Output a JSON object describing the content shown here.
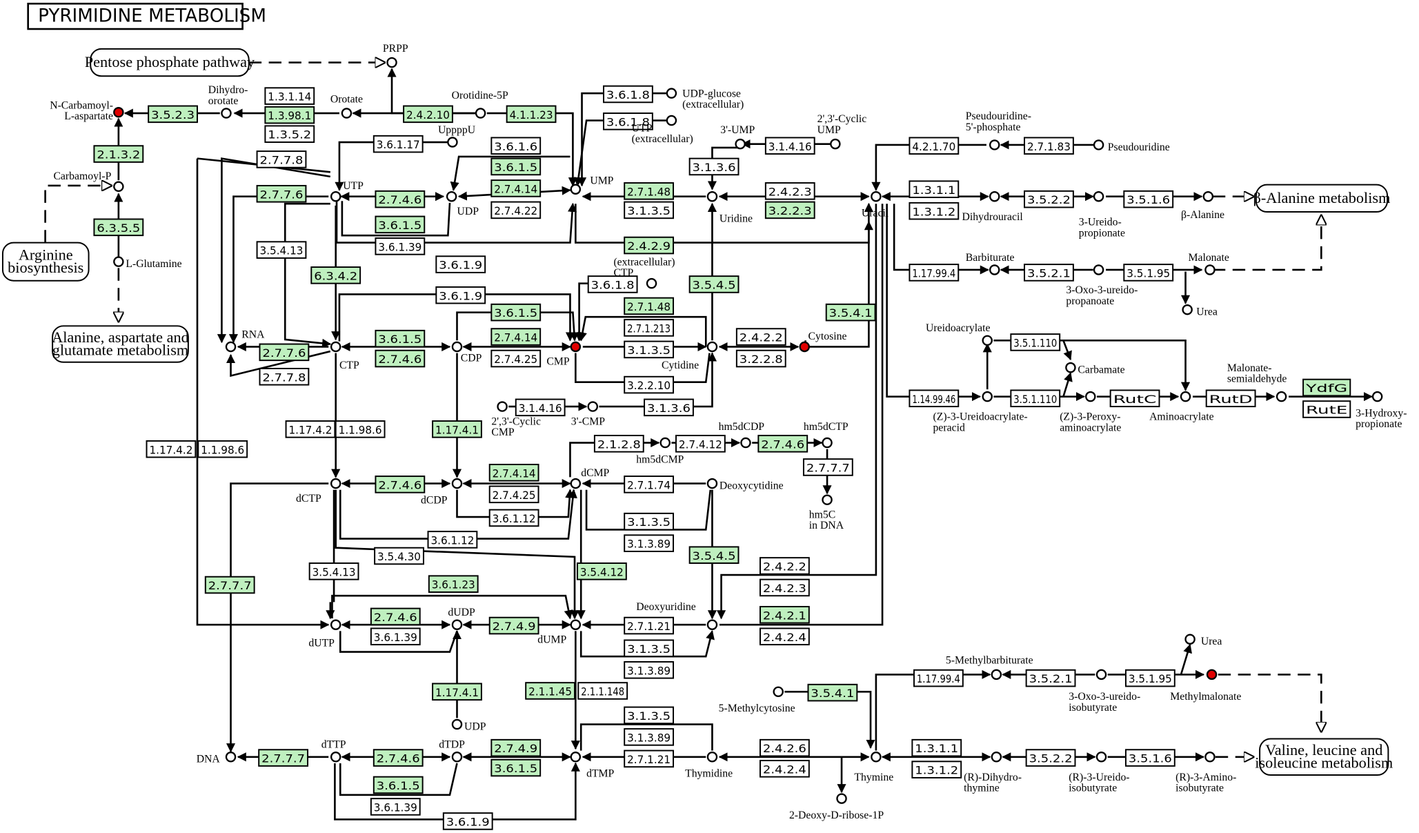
{
  "title": "PYRIMIDINE METABOLISM",
  "maps": [
    {
      "id": "m_ppp",
      "label": [
        "Pentose phosphate pathway"
      ]
    },
    {
      "id": "m_arg",
      "label": [
        "Arginine",
        "biosynthesis"
      ]
    },
    {
      "id": "m_ala",
      "label": [
        "Alanine, aspartate and",
        "glutamate metabolism"
      ]
    },
    {
      "id": "m_bala",
      "label": [
        "β-Alanine metabolism"
      ]
    },
    {
      "id": "m_val",
      "label": [
        "Valine, leucine and",
        "isoleucine metabolism"
      ]
    }
  ],
  "compounds": [
    {
      "id": "c_prpp",
      "label": "PRPP",
      "hl": false
    },
    {
      "id": "c_ncarb",
      "label": "N-Carbamoyl-|L-aspartate",
      "hl": true
    },
    {
      "id": "c_dho",
      "label": "Dihydro-|orotate",
      "hl": false
    },
    {
      "id": "c_orot",
      "label": "Orotate",
      "hl": false
    },
    {
      "id": "c_o5p",
      "label": "Orotidine-5P",
      "hl": false
    },
    {
      "id": "c_carbp",
      "label": "Carbamoyl-P",
      "hl": false
    },
    {
      "id": "c_lglu",
      "label": "L-Glutamine",
      "hl": false
    },
    {
      "id": "c_udpglc",
      "label": "UDP-glucose|(extracellular)",
      "hl": false
    },
    {
      "id": "c_utpx",
      "label": "UTP|(extracellular)",
      "hl": false
    },
    {
      "id": "c_3ump",
      "label": "3'-UMP",
      "hl": false
    },
    {
      "id": "c_23cump",
      "label": "2',3'-Cyclic|UMP",
      "hl": false
    },
    {
      "id": "c_up4u",
      "label": "UppppU",
      "hl": false
    },
    {
      "id": "c_utp",
      "label": "UTP",
      "hl": false
    },
    {
      "id": "c_udp",
      "label": "UDP",
      "hl": false
    },
    {
      "id": "c_ump",
      "label": "UMP",
      "hl": false
    },
    {
      "id": "c_uridine",
      "label": "Uridine",
      "hl": false
    },
    {
      "id": "c_uracil",
      "label": "Uracil",
      "hl": false
    },
    {
      "id": "c_psu5p",
      "label": "Pseudouridine-|5'-phosphate",
      "hl": false
    },
    {
      "id": "c_psu",
      "label": "Pseudouridine",
      "hl": false
    },
    {
      "id": "c_dhu",
      "label": "Dihydrouracil",
      "hl": false
    },
    {
      "id": "c_3urp",
      "label": "3-Ureido-|propionate",
      "hl": false
    },
    {
      "id": "c_bala",
      "label": "β-Alanine",
      "hl": false
    },
    {
      "id": "c_barb",
      "label": "Barbiturate",
      "hl": false
    },
    {
      "id": "c_3oxo",
      "label": "3-Oxo-3-ureido-|propanoate",
      "hl": false
    },
    {
      "id": "c_malon",
      "label": "Malonate",
      "hl": false
    },
    {
      "id": "c_urea1",
      "label": "Urea",
      "hl": false
    },
    {
      "id": "c_ureidoacr",
      "label": "Ureidoacrylate",
      "hl": false
    },
    {
      "id": "c_carbamate",
      "label": "Carbamate",
      "hl": false
    },
    {
      "id": "c_z3ureperacid",
      "label": "(Z)-3-Ureidoacrylate-|peracid",
      "hl": false
    },
    {
      "id": "c_zperoxy",
      "label": "(Z)-3-Peroxy-|aminoacrylate",
      "hl": false
    },
    {
      "id": "c_aminoacr",
      "label": "Aminoacrylate",
      "hl": false
    },
    {
      "id": "c_malsa",
      "label": "Malonate-|semialdehyde",
      "hl": false
    },
    {
      "id": "c_3hp",
      "label": "3-Hydroxy-|propionate",
      "hl": false
    },
    {
      "id": "c_rna",
      "label": "RNA",
      "hl": false
    },
    {
      "id": "c_ctp",
      "label": "CTP",
      "hl": false
    },
    {
      "id": "c_cdp",
      "label": "CDP",
      "hl": false
    },
    {
      "id": "c_cmp",
      "label": "CMP",
      "hl": true
    },
    {
      "id": "c_ctpx",
      "label": "(extracellular)|CTP",
      "hl": false
    },
    {
      "id": "c_cytidine",
      "label": "Cytidine",
      "hl": false
    },
    {
      "id": "c_cytosine",
      "label": "Cytosine",
      "hl": true
    },
    {
      "id": "c_23ccmp",
      "label": "2',3'-Cyclic|CMP",
      "hl": false
    },
    {
      "id": "c_3cmp",
      "label": "3'-CMP",
      "hl": false
    },
    {
      "id": "c_hm5dcmp",
      "label": "hm5dCMP",
      "hl": false
    },
    {
      "id": "c_hm5dcdp",
      "label": "hm5dCDP",
      "hl": false
    },
    {
      "id": "c_hm5dctp",
      "label": "hm5dCTP",
      "hl": false
    },
    {
      "id": "c_hm5c",
      "label": "hm5C|in DNA",
      "hl": false
    },
    {
      "id": "c_dctp",
      "label": "dCTP",
      "hl": false
    },
    {
      "id": "c_dcdp",
      "label": "dCDP",
      "hl": false
    },
    {
      "id": "c_dcmp",
      "label": "dCMP",
      "hl": false
    },
    {
      "id": "c_dcyt",
      "label": "Deoxycytidine",
      "hl": false
    },
    {
      "id": "c_dutp",
      "label": "dUTP",
      "hl": false
    },
    {
      "id": "c_dudp",
      "label": "dUDP",
      "hl": false
    },
    {
      "id": "c_dump",
      "label": "dUMP",
      "hl": false
    },
    {
      "id": "c_durid",
      "label": "Deoxyuridine",
      "hl": false
    },
    {
      "id": "c_udp2",
      "label": "UDP",
      "hl": false
    },
    {
      "id": "c_dna",
      "label": "DNA",
      "hl": false
    },
    {
      "id": "c_dttp",
      "label": "dTTP",
      "hl": false
    },
    {
      "id": "c_dtdp",
      "label": "dTDP",
      "hl": false
    },
    {
      "id": "c_dtmp",
      "label": "dTMP",
      "hl": false
    },
    {
      "id": "c_thymidine",
      "label": "Thymidine",
      "hl": false
    },
    {
      "id": "c_thymine",
      "label": "Thymine",
      "hl": false
    },
    {
      "id": "c_5mc",
      "label": "5-Methylcytosine",
      "hl": false
    },
    {
      "id": "c_2ddr1p",
      "label": "2-Deoxy-D-ribose-1P",
      "hl": false
    },
    {
      "id": "c_5mbarb",
      "label": "5-Methylbarbiturate",
      "hl": false
    },
    {
      "id": "c_3oxoiso",
      "label": "3-Oxo-3-ureido-|isobutyrate",
      "hl": false
    },
    {
      "id": "c_mmal",
      "label": "Methylmalonate",
      "hl": true
    },
    {
      "id": "c_urea2",
      "label": "Urea",
      "hl": false
    },
    {
      "id": "c_rdht",
      "label": "(R)-Dihydro-|thymine",
      "hl": false
    },
    {
      "id": "c_r3ui",
      "label": "(R)-3-Ureido-|isobutyrate",
      "hl": false
    },
    {
      "id": "c_r3ai",
      "label": "(R)-3-Amino-|isobutyrate",
      "hl": false
    }
  ],
  "enzymes": [
    {
      "id": "e1",
      "label": "3.5.2.3",
      "g": true
    },
    {
      "id": "e2",
      "label": "1.3.1.14",
      "g": false
    },
    {
      "id": "e3",
      "label": "1.3.98.1",
      "g": true
    },
    {
      "id": "e4",
      "label": "1.3.5.2",
      "g": false
    },
    {
      "id": "e5",
      "label": "2.4.2.10",
      "g": true
    },
    {
      "id": "e6",
      "label": "4.1.1.23",
      "g": true
    },
    {
      "id": "e7",
      "label": "2.1.3.2",
      "g": true
    },
    {
      "id": "e8",
      "label": "6.3.5.5",
      "g": true
    },
    {
      "id": "e9",
      "label": "3.6.1.8",
      "g": false
    },
    {
      "id": "e10",
      "label": "3.6.1.8",
      "g": false
    },
    {
      "id": "e11",
      "label": "3.6.1.17",
      "g": false
    },
    {
      "id": "e12",
      "label": "3.6.1.6",
      "g": false
    },
    {
      "id": "e13",
      "label": "3.6.1.5",
      "g": true
    },
    {
      "id": "e14",
      "label": "2.7.7.8",
      "g": false
    },
    {
      "id": "e15",
      "label": "2.7.7.6",
      "g": true
    },
    {
      "id": "e16",
      "label": "2.7.4.6",
      "g": true
    },
    {
      "id": "e17",
      "label": "2.7.4.14",
      "g": true
    },
    {
      "id": "e18",
      "label": "2.7.4.22",
      "g": false
    },
    {
      "id": "e19",
      "label": "3.6.1.5",
      "g": true
    },
    {
      "id": "e20",
      "label": "3.6.1.39",
      "g": false
    },
    {
      "id": "e21",
      "label": "3.5.4.13",
      "g": false
    },
    {
      "id": "e22",
      "label": "3.6.1.9",
      "g": false
    },
    {
      "id": "e23",
      "label": "6.3.4.2",
      "g": true
    },
    {
      "id": "e24",
      "label": "3.1.4.16",
      "g": false
    },
    {
      "id": "e25",
      "label": "3.1.3.6",
      "g": false
    },
    {
      "id": "e26",
      "label": "2.7.1.48",
      "g": true
    },
    {
      "id": "e27",
      "label": "3.1.3.5",
      "g": false
    },
    {
      "id": "e28",
      "label": "2.4.2.3",
      "g": false
    },
    {
      "id": "e29",
      "label": "3.2.2.3",
      "g": true
    },
    {
      "id": "e30",
      "label": "2.4.2.9",
      "g": true
    },
    {
      "id": "e31",
      "label": "4.2.1.70",
      "g": false
    },
    {
      "id": "e32",
      "label": "2.7.1.83",
      "g": false
    },
    {
      "id": "e33",
      "label": "1.3.1.1",
      "g": false
    },
    {
      "id": "e34",
      "label": "1.3.1.2",
      "g": false
    },
    {
      "id": "e35",
      "label": "3.5.2.2",
      "g": false
    },
    {
      "id": "e36",
      "label": "3.5.1.6",
      "g": false
    },
    {
      "id": "e37",
      "label": "1.17.99.4",
      "g": false
    },
    {
      "id": "e38",
      "label": "3.5.2.1",
      "g": false
    },
    {
      "id": "e39",
      "label": "3.5.1.95",
      "g": false
    },
    {
      "id": "e40",
      "label": "3.5.1.110",
      "g": false
    },
    {
      "id": "e41",
      "label": "1.14.99.46",
      "g": false
    },
    {
      "id": "e42",
      "label": "3.5.1.110",
      "g": false
    },
    {
      "id": "e43",
      "label": "RutC",
      "g": false
    },
    {
      "id": "e44",
      "label": "RutD",
      "g": false
    },
    {
      "id": "e45",
      "label": "YdfG",
      "g": true
    },
    {
      "id": "e46",
      "label": "RutE",
      "g": false
    },
    {
      "id": "e47",
      "label": "3.6.1.9",
      "g": false
    },
    {
      "id": "e48",
      "label": "3.6.1.8",
      "g": false
    },
    {
      "id": "e49",
      "label": "3.5.4.5",
      "g": true
    },
    {
      "id": "e50",
      "label": "3.6.1.5",
      "g": true
    },
    {
      "id": "e51",
      "label": "3.6.1.5",
      "g": true
    },
    {
      "id": "e52",
      "label": "2.7.4.14",
      "g": true
    },
    {
      "id": "e53",
      "label": "2.7.4.6",
      "g": true
    },
    {
      "id": "e54",
      "label": "2.7.4.25",
      "g": false
    },
    {
      "id": "e55",
      "label": "2.7.7.6",
      "g": true
    },
    {
      "id": "e56",
      "label": "2.7.7.8",
      "g": false
    },
    {
      "id": "e57",
      "label": "2.7.1.48",
      "g": true
    },
    {
      "id": "e58",
      "label": "2.7.1.213",
      "g": false
    },
    {
      "id": "e59",
      "label": "3.1.3.5",
      "g": false
    },
    {
      "id": "e60",
      "label": "3.2.2.10",
      "g": false
    },
    {
      "id": "e61",
      "label": "2.4.2.2",
      "g": false
    },
    {
      "id": "e62",
      "label": "3.2.2.8",
      "g": false
    },
    {
      "id": "e63",
      "label": "3.5.4.1",
      "g": true
    },
    {
      "id": "e64",
      "label": "3.1.4.16",
      "g": false
    },
    {
      "id": "e65",
      "label": "3.1.3.6",
      "g": false
    },
    {
      "id": "e66",
      "label": "1.17.4.2",
      "g": false
    },
    {
      "id": "e67",
      "label": "1.1.98.6",
      "g": false
    },
    {
      "id": "e68",
      "label": "1.17.4.2",
      "g": false
    },
    {
      "id": "e69",
      "label": "1.1.98.6",
      "g": false
    },
    {
      "id": "e70",
      "label": "1.17.4.1",
      "g": true
    },
    {
      "id": "e71",
      "label": "2.1.2.8",
      "g": false
    },
    {
      "id": "e72",
      "label": "2.7.4.12",
      "g": false
    },
    {
      "id": "e73",
      "label": "2.7.4.6",
      "g": true
    },
    {
      "id": "e74",
      "label": "2.7.7.7",
      "g": false
    },
    {
      "id": "e75",
      "label": "2.7.4.6",
      "g": true
    },
    {
      "id": "e76",
      "label": "2.7.4.14",
      "g": true
    },
    {
      "id": "e77",
      "label": "2.7.4.25",
      "g": false
    },
    {
      "id": "e78",
      "label": "3.6.1.12",
      "g": false
    },
    {
      "id": "e79",
      "label": "3.6.1.12",
      "g": false
    },
    {
      "id": "e80",
      "label": "2.7.1.74",
      "g": false
    },
    {
      "id": "e81",
      "label": "3.1.3.5",
      "g": false
    },
    {
      "id": "e82",
      "label": "3.1.3.89",
      "g": false
    },
    {
      "id": "e83",
      "label": "3.5.4.30",
      "g": false
    },
    {
      "id": "e84",
      "label": "3.5.4.13",
      "g": false
    },
    {
      "id": "e85",
      "label": "3.5.4.12",
      "g": true
    },
    {
      "id": "e86",
      "label": "3.5.4.5",
      "g": true
    },
    {
      "id": "e87",
      "label": "2.4.2.2",
      "g": false
    },
    {
      "id": "e88",
      "label": "2.4.2.3",
      "g": false
    },
    {
      "id": "e89",
      "label": "2.7.7.7",
      "g": true
    },
    {
      "id": "e90",
      "label": "3.6.1.23",
      "g": true
    },
    {
      "id": "e91",
      "label": "2.7.4.6",
      "g": true
    },
    {
      "id": "e92",
      "label": "3.6.1.39",
      "g": false
    },
    {
      "id": "e93",
      "label": "2.7.4.9",
      "g": true
    },
    {
      "id": "e94",
      "label": "2.7.1.21",
      "g": false
    },
    {
      "id": "e95",
      "label": "3.1.3.5",
      "g": false
    },
    {
      "id": "e96",
      "label": "3.1.3.89",
      "g": false
    },
    {
      "id": "e97",
      "label": "2.4.2.1",
      "g": true
    },
    {
      "id": "e98",
      "label": "2.4.2.4",
      "g": false
    },
    {
      "id": "e99",
      "label": "1.17.4.1",
      "g": true
    },
    {
      "id": "e100",
      "label": "2.1.1.45",
      "g": true
    },
    {
      "id": "e101",
      "label": "2.1.1.148",
      "g": false
    },
    {
      "id": "e102",
      "label": "2.7.7.7",
      "g": true
    },
    {
      "id": "e103",
      "label": "2.7.4.6",
      "g": true
    },
    {
      "id": "e104",
      "label": "3.6.1.5",
      "g": true
    },
    {
      "id": "e105",
      "label": "3.6.1.39",
      "g": false
    },
    {
      "id": "e106",
      "label": "2.7.4.9",
      "g": true
    },
    {
      "id": "e107",
      "label": "3.6.1.5",
      "g": true
    },
    {
      "id": "e108",
      "label": "3.6.1.9",
      "g": false
    },
    {
      "id": "e109",
      "label": "3.1.3.5",
      "g": false
    },
    {
      "id": "e110",
      "label": "3.1.3.89",
      "g": false
    },
    {
      "id": "e111",
      "label": "2.7.1.21",
      "g": false
    },
    {
      "id": "e112",
      "label": "2.4.2.6",
      "g": false
    },
    {
      "id": "e113",
      "label": "2.4.2.4",
      "g": false
    },
    {
      "id": "e114",
      "label": "3.5.4.1",
      "g": true
    },
    {
      "id": "e115",
      "label": "1.17.99.4",
      "g": false
    },
    {
      "id": "e116",
      "label": "3.5.2.1",
      "g": false
    },
    {
      "id": "e117",
      "label": "3.5.1.95",
      "g": false
    },
    {
      "id": "e118",
      "label": "1.3.1.1",
      "g": false
    },
    {
      "id": "e119",
      "label": "1.3.1.2",
      "g": false
    },
    {
      "id": "e120",
      "label": "3.5.2.2",
      "g": false
    },
    {
      "id": "e121",
      "label": "3.5.1.6",
      "g": false
    },
    {
      "id": "e122",
      "label": "3.6.1.5",
      "g": true
    }
  ]
}
